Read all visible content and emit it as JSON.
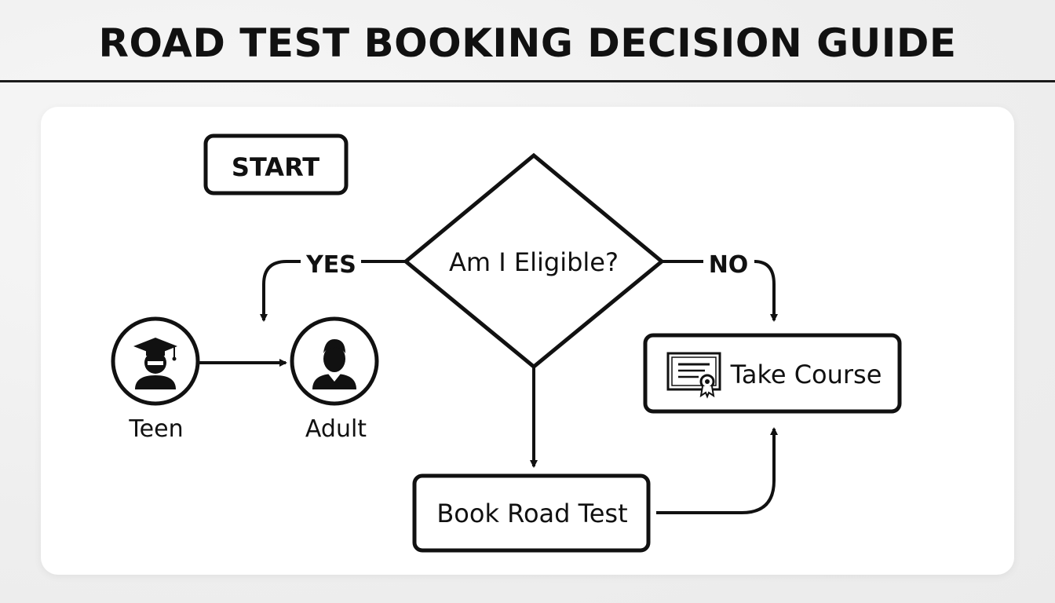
{
  "header": {
    "title": "ROAD TEST BOOKING DECISION GUIDE"
  },
  "flow": {
    "start_label": "START",
    "decision_label": "Am I Eligible?",
    "yes_label": "YES",
    "no_label": "NO",
    "teen_label": "Teen",
    "adult_label": "Adult",
    "take_course_label": "Take Course",
    "book_road_test_label": "Book Road Test"
  },
  "icons": {
    "teen": "graduate-person-icon",
    "adult": "person-icon",
    "course": "certificate-icon"
  },
  "colors": {
    "ink": "#111111",
    "panel": "#ffffff",
    "background": "#eeeeee"
  }
}
